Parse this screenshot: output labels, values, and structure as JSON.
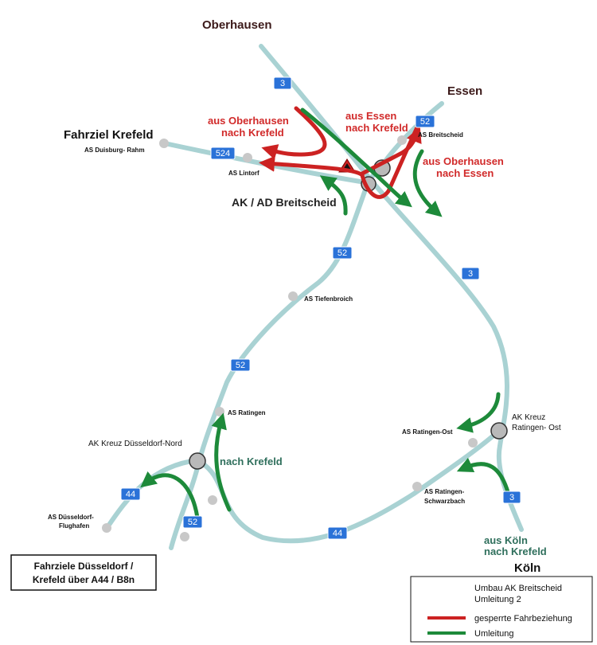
{
  "cities": {
    "oberhausen": "Oberhausen",
    "essen": "Essen",
    "koeln": "Köln",
    "fahrziel_krefeld": "Fahrziel Krefeld"
  },
  "interchange": "AK / AD Breitscheid",
  "junctions": {
    "duisburg_rahm": "AS Duisburg- Rahm",
    "lintorf": "AS Lintorf",
    "breitscheid": "AS Breitscheid",
    "tiefenbroich": "AS Tiefenbroich",
    "ratingen": "AS Ratingen",
    "ratingen_ost": "AS Ratingen-Ost",
    "ratingen_schwarzbach_1": "AS Ratingen-",
    "ratingen_schwarzbach_2": "Schwarzbach",
    "flughafen_1": "AS Düsseldorf-",
    "flughafen_2": "Flughafen"
  },
  "kreuze": {
    "ddorf_nord": "AK Kreuz Düsseldorf-Nord",
    "ratingen_ost_1": "AK Kreuz",
    "ratingen_ost_2": "Ratingen- Ost"
  },
  "roads": {
    "a3": "3",
    "a52": "52",
    "a524": "524",
    "a44": "44"
  },
  "route_labels": {
    "ob_krefeld_1": "aus Oberhausen",
    "ob_krefeld_2": "nach Krefeld",
    "essen_krefeld_1": "aus Essen",
    "essen_krefeld_2": "nach Krefeld",
    "ob_essen_1": "aus Oberhausen",
    "ob_essen_2": "nach Essen",
    "nach_krefeld": "nach Krefeld",
    "koeln_krefeld_1": "aus Köln",
    "koeln_krefeld_2": "nach Krefeld"
  },
  "info_box": {
    "line1": "Fahrziele Düsseldorf /",
    "line2": "Krefeld über A44 / B8n"
  },
  "legend": {
    "title1": "Umbau AK Breitscheid",
    "title2": "Umleitung 2",
    "closed": "gesperrte Fahrbeziehung",
    "detour": "Umleitung",
    "closed_color": "#cc2222",
    "detour_color": "#1d8a3a"
  },
  "colors": {
    "road": "#a9d2d3",
    "shield": "#2a72d8"
  }
}
